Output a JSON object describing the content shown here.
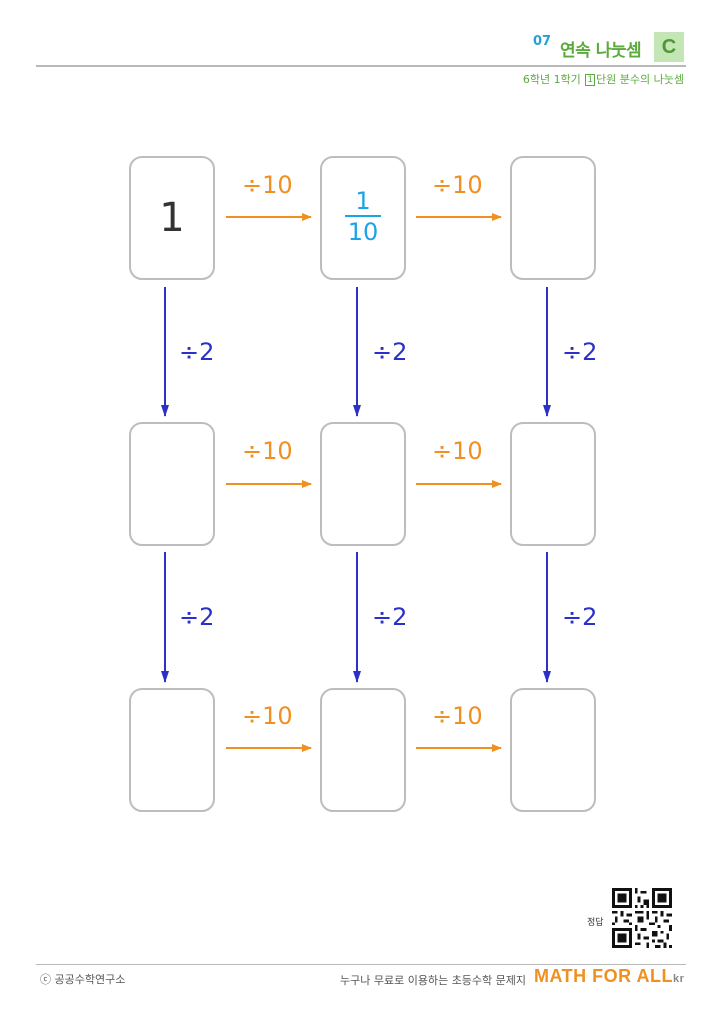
{
  "header": {
    "number": "07",
    "title": "연속 나눗셈",
    "level": "C",
    "subtitle_before": "6학년 1학기",
    "subtitle_unit_num": "1",
    "subtitle_after": "단원 분수의 나눗셈"
  },
  "grid": {
    "start_value": "1",
    "filled_fraction": {
      "numerator": "1",
      "denominator": "10"
    },
    "horizontal_op": "÷10",
    "vertical_op": "÷2",
    "colors": {
      "horizontal": "#f09020",
      "vertical": "#2a30c8",
      "fraction": "#1aa3e8",
      "box_border": "#bdbdbd"
    }
  },
  "footer": {
    "answer_label": "정답",
    "copyright": "ⓒ 공공수학연구소",
    "tagline": "누구나 무료로 이용하는 초등수학 문제지",
    "brand_main": "MATH FOR ALL",
    "brand_suffix": "kr"
  }
}
